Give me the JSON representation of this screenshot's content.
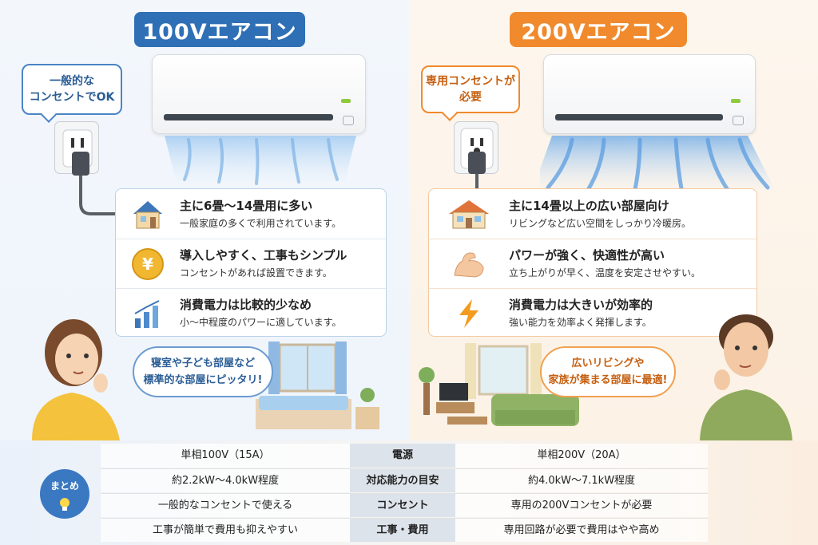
{
  "left": {
    "title": "100Vエアコン",
    "bubble_line1": "一般的な",
    "bubble_line2": "コンセントでOK",
    "features": [
      {
        "icon": "house-icon",
        "main": "主に6畳〜14畳用に多い",
        "sub": "一般家庭の多くで利用されています。"
      },
      {
        "icon": "yen-coin-icon",
        "main": "導入しやすく、工事もシンプル",
        "sub": "コンセントがあれば設置できます。"
      },
      {
        "icon": "bar-chart-icon",
        "main": "消費電力は比較的少なめ",
        "sub": "小〜中程度のパワーに適しています。"
      }
    ],
    "thought_line1": "寝室や子ども部屋など",
    "thought_line2": "標準的な部屋にピッタリ!",
    "accent": "#2f6fb5"
  },
  "right": {
    "title": "200Vエアコン",
    "bubble_line1": "専用コンセントが",
    "bubble_line2": "必要",
    "features": [
      {
        "icon": "house-icon",
        "main": "主に14畳以上の広い部屋向け",
        "sub": "リビングなど広い空間をしっかり冷暖房。"
      },
      {
        "icon": "flexed-arm-icon",
        "main": "パワーが強く、快適性が高い",
        "sub": "立ち上がりが早く、温度を安定させやすい。"
      },
      {
        "icon": "lightning-icon",
        "main": "消費電力は大きいが効率的",
        "sub": "強い能力を効率よく発揮します。"
      }
    ],
    "thought_line1": "広いリビングや",
    "thought_line2": "家族が集まる部屋に最適!",
    "accent": "#f08a2c"
  },
  "summary": {
    "badge": "まとめ",
    "rows": [
      {
        "left": "単相100V（15A）",
        "label": "電源",
        "right": "単相200V（20A）"
      },
      {
        "left": "約2.2kW〜4.0kW程度",
        "label": "対応能力の目安",
        "right": "約4.0kW〜7.1kW程度"
      },
      {
        "left": "一般的なコンセントで使える",
        "label": "コンセント",
        "right": "専用の200Vコンセントが必要"
      },
      {
        "left": "工事が簡単で費用も抑えやすい",
        "label": "工事・費用",
        "right": "専用回路が必要で費用はやや高め"
      }
    ]
  }
}
